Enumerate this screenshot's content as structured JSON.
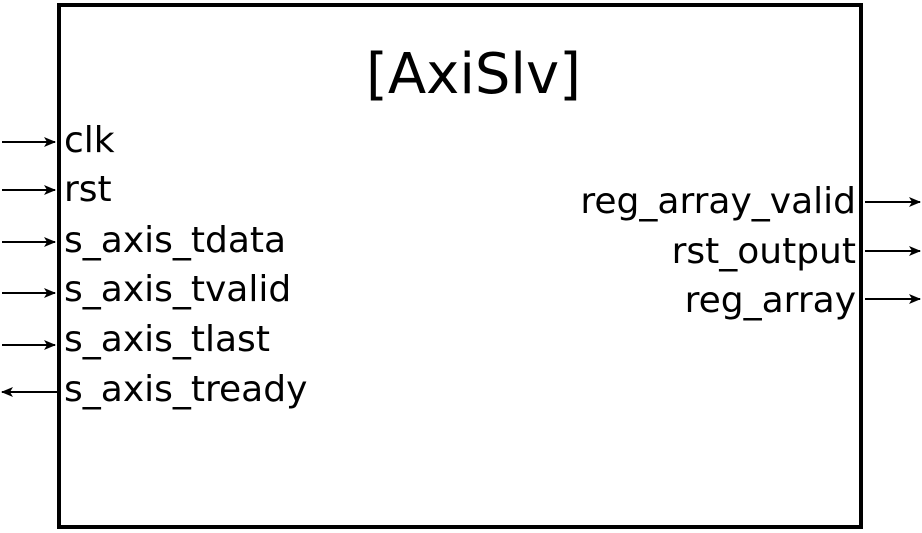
{
  "module": {
    "title": "[AxiSlv]"
  },
  "ports": {
    "inputs": [
      {
        "name": "clk",
        "direction": "in"
      },
      {
        "name": "rst",
        "direction": "in"
      },
      {
        "name": "s_axis_tdata",
        "direction": "in"
      },
      {
        "name": "s_axis_tvalid",
        "direction": "in"
      },
      {
        "name": "s_axis_tlast",
        "direction": "in"
      },
      {
        "name": "s_axis_tready",
        "direction": "out"
      }
    ],
    "outputs": [
      {
        "name": "reg_array_valid",
        "direction": "out"
      },
      {
        "name": "rst_output",
        "direction": "out"
      },
      {
        "name": "reg_array",
        "direction": "out"
      }
    ]
  }
}
